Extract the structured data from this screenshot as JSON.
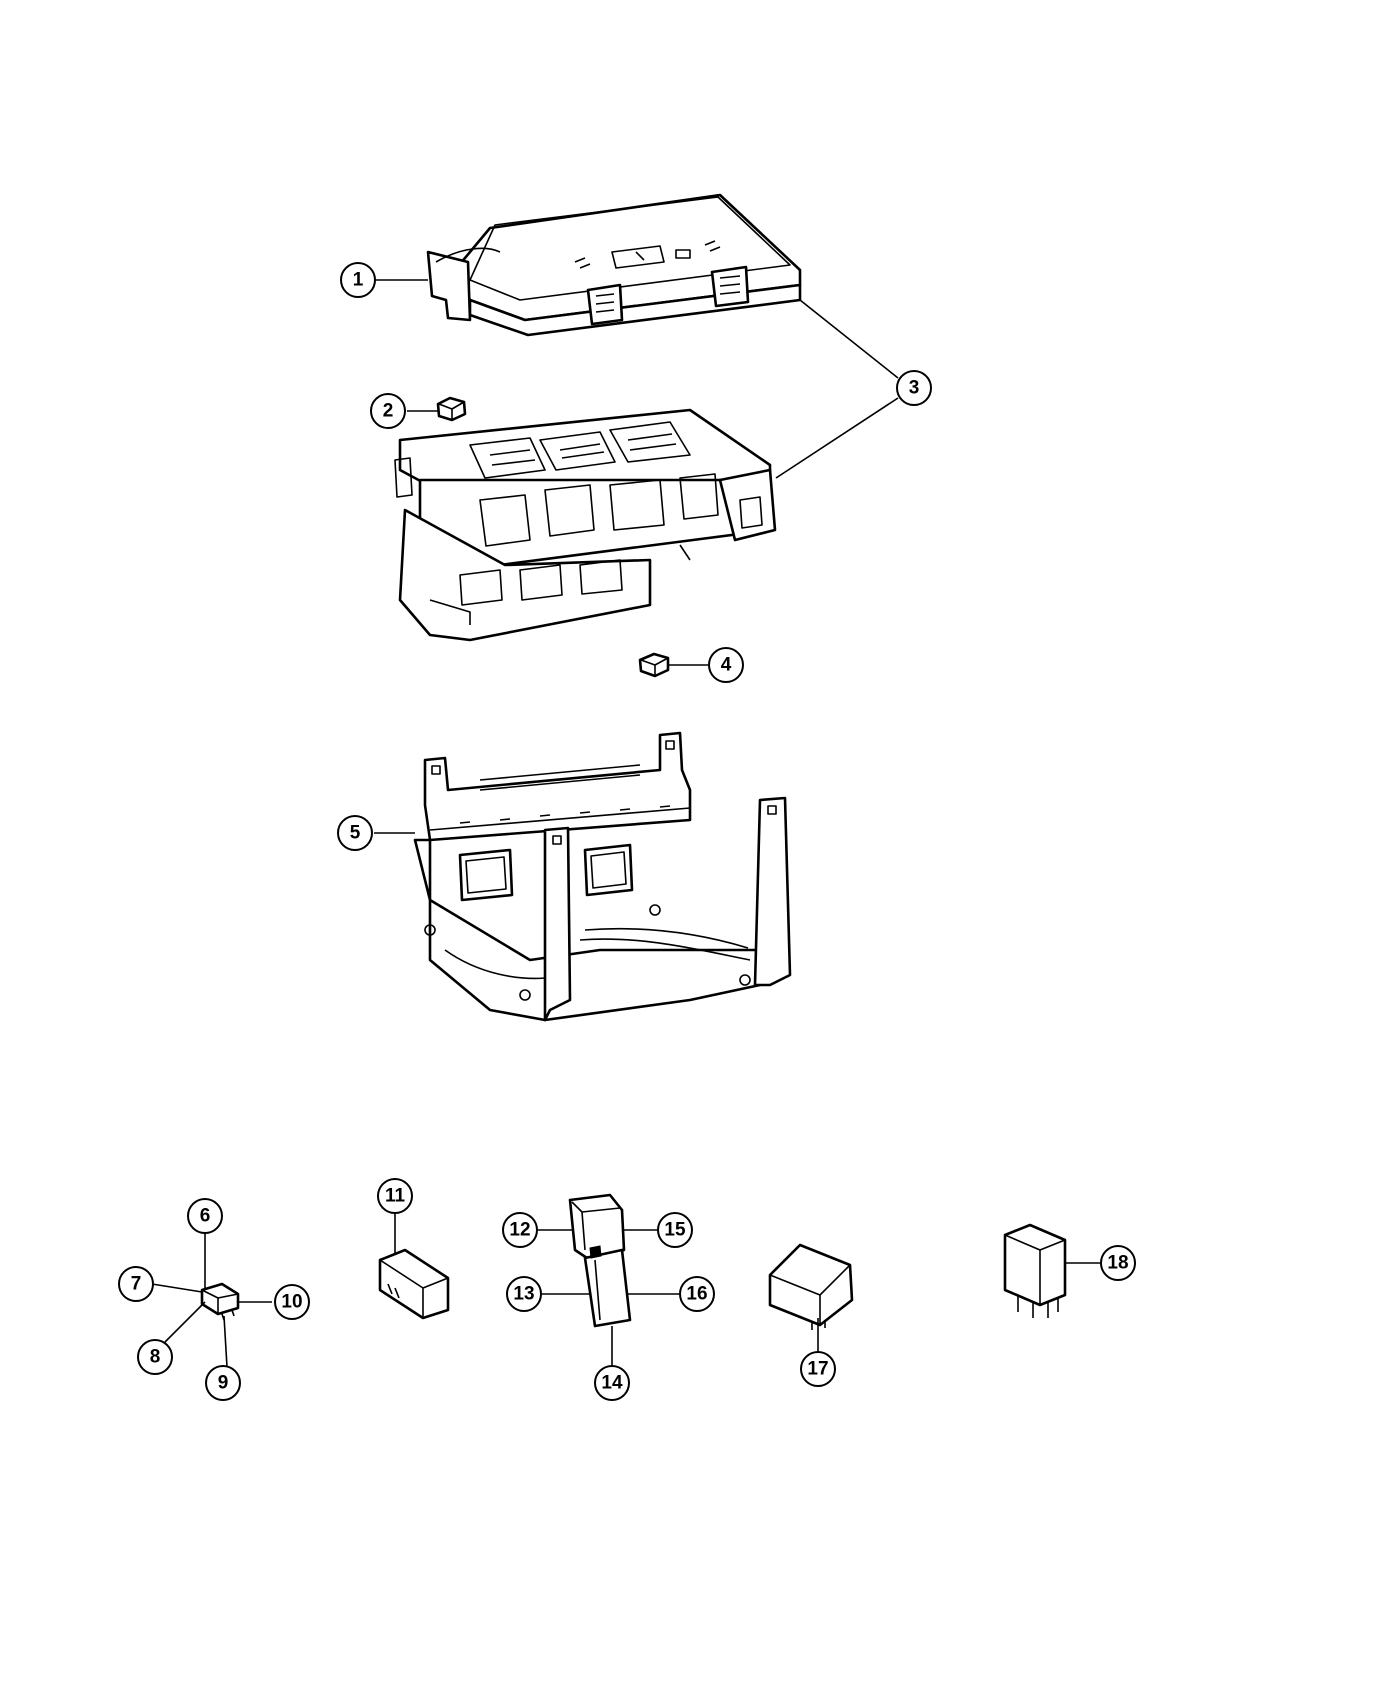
{
  "diagram": {
    "callouts": [
      {
        "id": "c1",
        "label": "1"
      },
      {
        "id": "c2",
        "label": "2"
      },
      {
        "id": "c3",
        "label": "3"
      },
      {
        "id": "c4",
        "label": "4"
      },
      {
        "id": "c5",
        "label": "5"
      },
      {
        "id": "c6",
        "label": "6"
      },
      {
        "id": "c7",
        "label": "7"
      },
      {
        "id": "c8",
        "label": "8"
      },
      {
        "id": "c9",
        "label": "9"
      },
      {
        "id": "c10",
        "label": "10"
      },
      {
        "id": "c11",
        "label": "11"
      },
      {
        "id": "c12",
        "label": "12"
      },
      {
        "id": "c13",
        "label": "13"
      },
      {
        "id": "c14",
        "label": "14"
      },
      {
        "id": "c15",
        "label": "15"
      },
      {
        "id": "c16",
        "label": "16"
      },
      {
        "id": "c17",
        "label": "17"
      },
      {
        "id": "c18",
        "label": "18"
      }
    ]
  },
  "colors": {
    "line": "#000000",
    "background": "#ffffff"
  }
}
